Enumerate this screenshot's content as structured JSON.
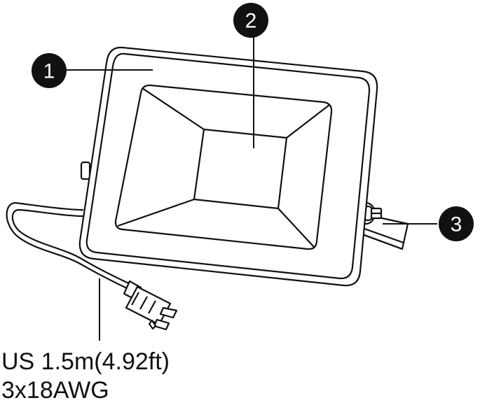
{
  "callouts": [
    {
      "label": "1",
      "target": "frame"
    },
    {
      "label": "2",
      "target": "led-panel"
    },
    {
      "label": "3",
      "target": "mounting-bracket"
    }
  ],
  "cord_spec": {
    "line1": "US  1.5m(4.92ft)",
    "line2": "3x18AWG"
  },
  "colors": {
    "ink": "#111111",
    "callout_fill": "#111111",
    "callout_text": "#ffffff",
    "background": "#ffffff"
  }
}
